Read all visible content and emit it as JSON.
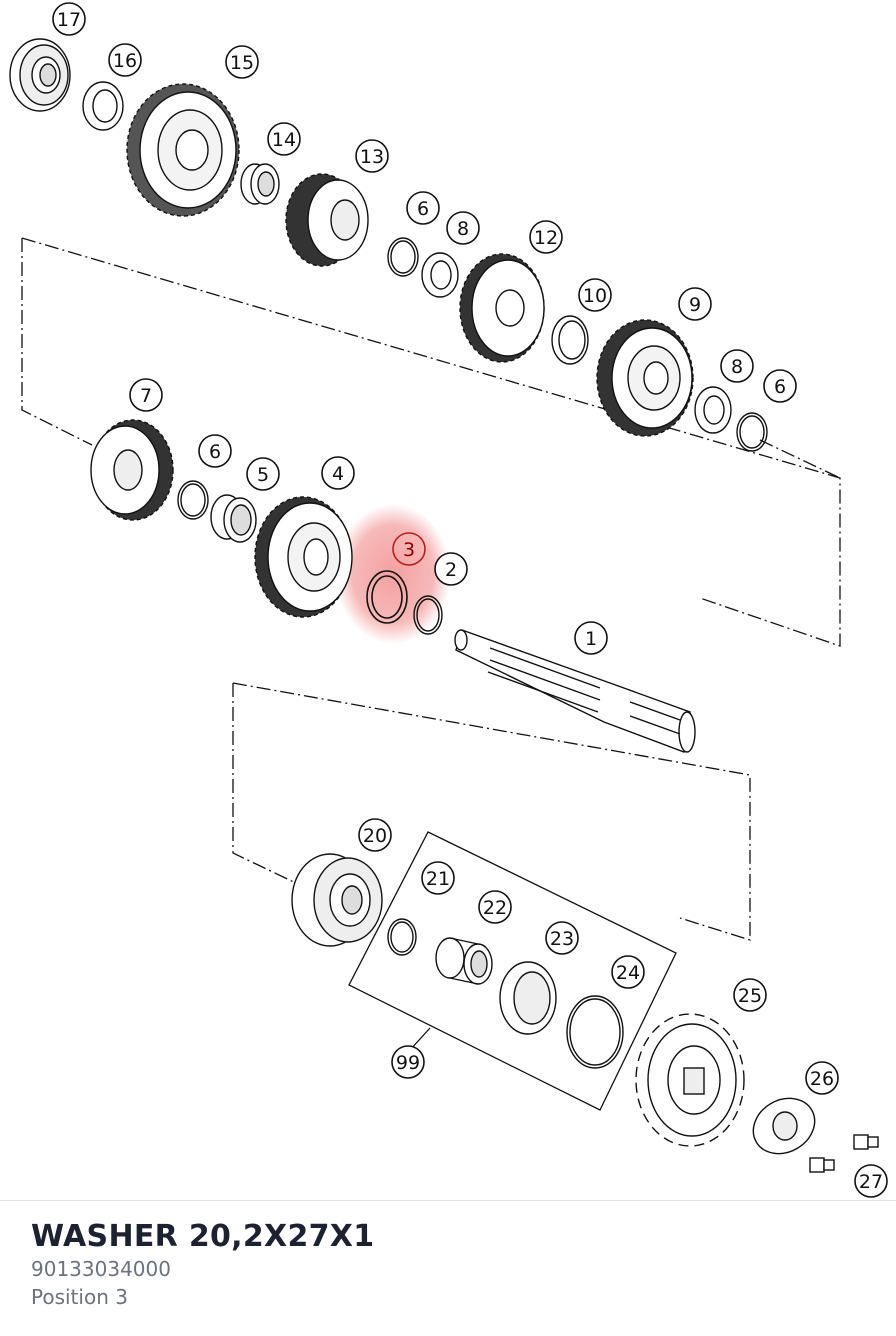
{
  "part": {
    "name": "WASHER 20,2X27X1",
    "number": "90133034000",
    "position_label": "Position 3"
  },
  "selected_position": "3",
  "colors": {
    "highlight": "#f08080",
    "line": "#111111",
    "footer_divider": "#e3e5e8"
  },
  "callouts": [
    {
      "id": "17",
      "label": "17"
    },
    {
      "id": "16",
      "label": "16"
    },
    {
      "id": "15",
      "label": "15"
    },
    {
      "id": "14",
      "label": "14"
    },
    {
      "id": "13",
      "label": "13"
    },
    {
      "id": "6a",
      "label": "6"
    },
    {
      "id": "8a",
      "label": "8"
    },
    {
      "id": "12",
      "label": "12"
    },
    {
      "id": "10",
      "label": "10"
    },
    {
      "id": "9",
      "label": "9"
    },
    {
      "id": "8b",
      "label": "8"
    },
    {
      "id": "6b",
      "label": "6"
    },
    {
      "id": "7",
      "label": "7"
    },
    {
      "id": "6c",
      "label": "6"
    },
    {
      "id": "5",
      "label": "5"
    },
    {
      "id": "4",
      "label": "4"
    },
    {
      "id": "3",
      "label": "3"
    },
    {
      "id": "2",
      "label": "2"
    },
    {
      "id": "1",
      "label": "1"
    },
    {
      "id": "20",
      "label": "20"
    },
    {
      "id": "21",
      "label": "21"
    },
    {
      "id": "22",
      "label": "22"
    },
    {
      "id": "23",
      "label": "23"
    },
    {
      "id": "24",
      "label": "24"
    },
    {
      "id": "99",
      "label": "99"
    },
    {
      "id": "25",
      "label": "25"
    },
    {
      "id": "26",
      "label": "26"
    },
    {
      "id": "27",
      "label": "27"
    }
  ]
}
